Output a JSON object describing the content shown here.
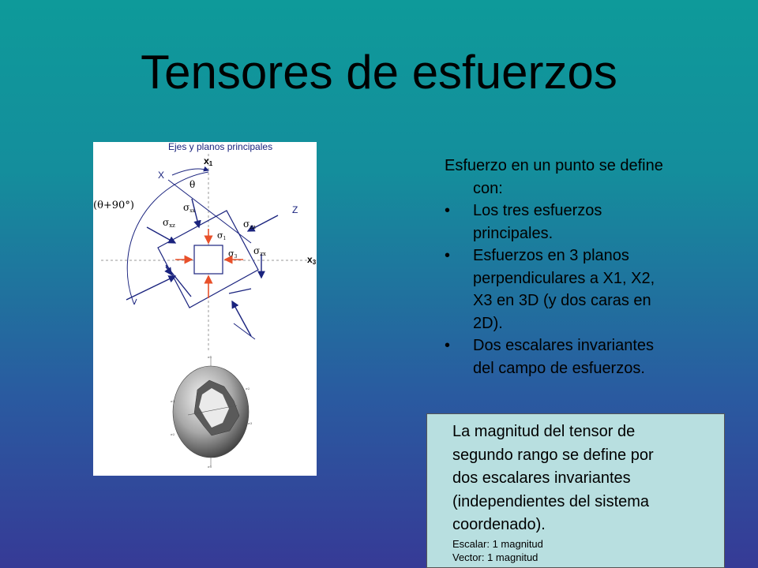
{
  "slide": {
    "title": "Tensores de esfuerzos"
  },
  "figure": {
    "header": "Ejes y planos principales",
    "labels": {
      "x1": "x",
      "x1_sub": "1",
      "x3": "x",
      "x3_sub": "3",
      "x": "X",
      "z": "Z",
      "theta": "θ",
      "angle": "(θ+90°)",
      "sigma": "σ",
      "sub_xz": "xz",
      "sub_zz": "zz",
      "sub_zx": "zx",
      "sub_xx": "xx",
      "sub_1": "1",
      "sub_3": "3"
    },
    "ellipsoid_labels": [
      "σ1",
      "σ2",
      "σ3",
      "σ3",
      "σ2",
      "σ1"
    ]
  },
  "content": {
    "intro": "Esfuerzo en un punto se define con:",
    "bullet_symbol": "•",
    "bullets": [
      "Los tres esfuerzos principales.",
      "Esfuerzos en 3 planos perpendiculares a X1, X2, X3 en 3D (y dos caras en 2D).",
      "Dos escalares invariantes del campo de esfuerzos."
    ]
  },
  "note": {
    "lines": [
      "La magnitud del tensor de",
      "segundo rango se define por",
      "dos escalares invariantes",
      "(independientes del sistema",
      "coordenado)."
    ],
    "small_lines": [
      "Escalar: 1 magnitud",
      "Vector: 1  magnitud"
    ]
  },
  "colors": {
    "background_top": "#0e9a9a",
    "background_bottom": "#363a96",
    "arrow_blue": "#1a237e",
    "arrow_red": "#e8502a",
    "note_background": "#b8dfe0"
  }
}
